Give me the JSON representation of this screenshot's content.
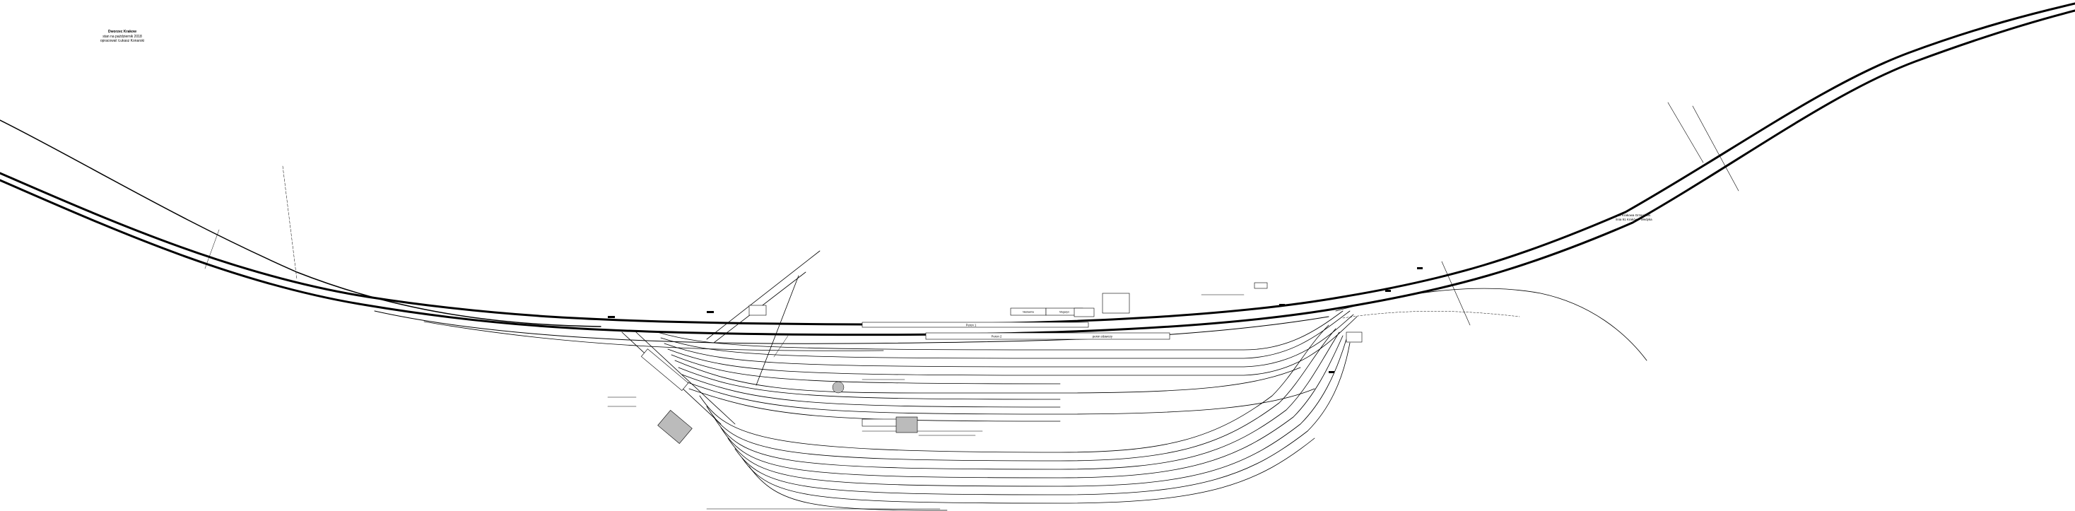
{
  "header": {
    "station": "Dworzec Krakow",
    "line1": "stan na październik 2018",
    "line2": "opracował: Łukasz Konarski"
  },
  "note_right": {
    "line1": "do Krakowa Grzegórzki",
    "line2": "linia 91 Kraków – Medyka"
  },
  "platforms": {
    "peron1": "Peron 1",
    "peron2": "Peron 2",
    "peron_note": "peron zdawczy"
  },
  "buildings": {
    "b1": "Nastawnia",
    "b2": "Magazyn"
  },
  "colors": {
    "track": "#000000",
    "background": "#ffffff",
    "shade": "#bbbbbb"
  }
}
